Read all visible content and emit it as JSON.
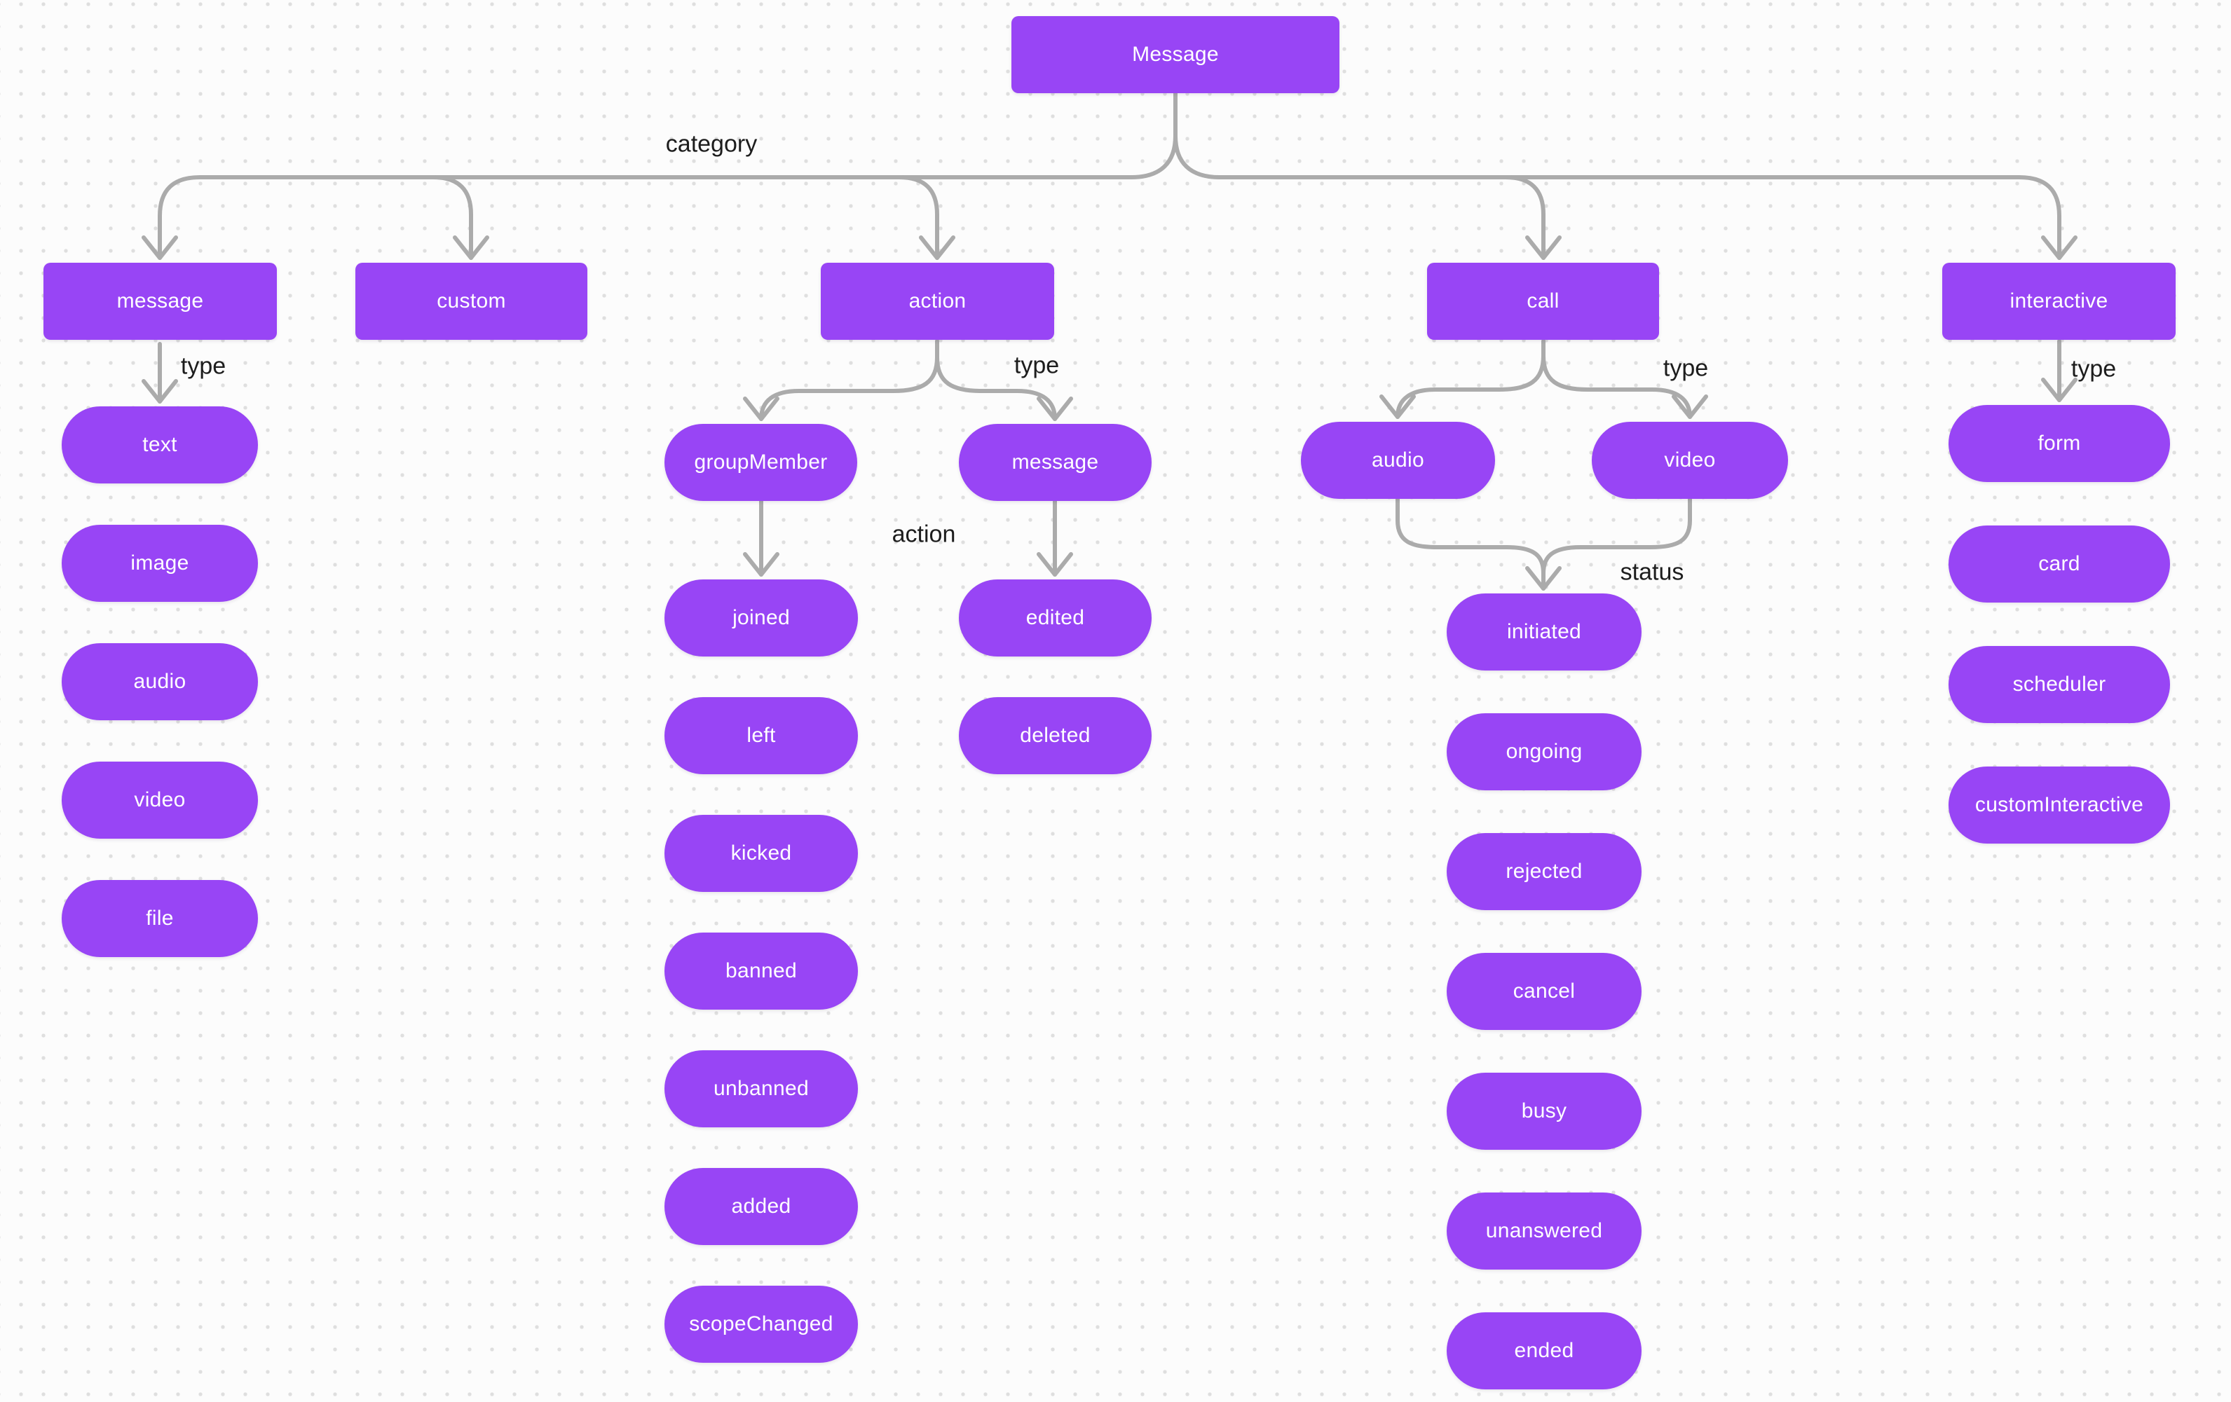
{
  "colors": {
    "background": "#FCFCFC",
    "grid_dot": "#DFDFDF",
    "node_fill": "#9845F5",
    "node_text": "#FFFFFF",
    "edge": "#ABABAB",
    "edge_label_text": "#1D1D1D"
  },
  "root": {
    "label": "Message"
  },
  "root_edge_label": "category",
  "categories": [
    {
      "label": "message",
      "edge_label": "type",
      "types": [
        "text",
        "image",
        "audio",
        "video",
        "file"
      ]
    },
    {
      "label": "custom"
    },
    {
      "label": "action",
      "edge_label": "type",
      "types": [
        {
          "label": "groupMember",
          "edge_label": "action",
          "actions": [
            "joined",
            "left",
            "kicked",
            "banned",
            "unbanned",
            "added",
            "scopeChanged"
          ]
        },
        {
          "label": "message",
          "actions": [
            "edited",
            "deleted"
          ]
        }
      ]
    },
    {
      "label": "call",
      "edge_label": "type",
      "types": [
        {
          "label": "audio"
        },
        {
          "label": "video"
        }
      ],
      "status_edge_label": "status",
      "statuses": [
        "initiated",
        "ongoing",
        "rejected",
        "cancel",
        "busy",
        "unanswered",
        "ended"
      ]
    },
    {
      "label": "interactive",
      "edge_label": "type",
      "types": [
        "form",
        "card",
        "scheduler",
        "customInteractive"
      ]
    }
  ]
}
